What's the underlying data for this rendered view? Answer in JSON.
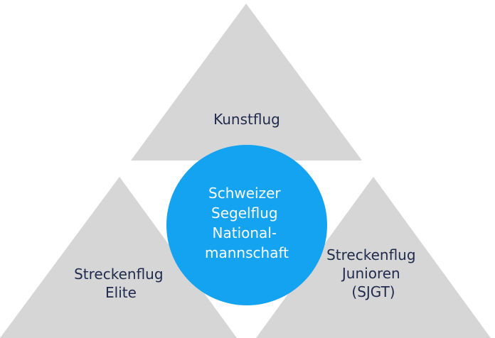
{
  "colors": {
    "triangle": "#d6d6d6",
    "hub": "#14a3f0",
    "text_dark": "#1f2a4d",
    "text_light": "#ffffff"
  },
  "diagram": {
    "top": {
      "label": "Kunstflug"
    },
    "bottom_left": {
      "lines": [
        "Streckenflug",
        "Elite"
      ]
    },
    "bottom_right": {
      "lines": [
        "Streckenflug",
        "Junioren",
        "(SJGT)"
      ]
    },
    "center": {
      "lines": [
        "Schweizer",
        "Segelflug",
        "National-",
        "mannschaft"
      ]
    }
  }
}
